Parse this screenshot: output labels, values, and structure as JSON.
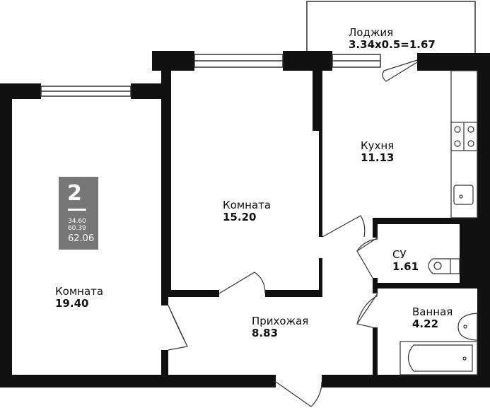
{
  "plan": {
    "badge": {
      "rooms": "2",
      "living_area": "34.60",
      "usable_area": "60.39",
      "total_area": "62.06"
    },
    "rooms": [
      {
        "name": "Лоджия",
        "area": "3.34x0.5=1.67"
      },
      {
        "name": "Кухня",
        "area": "11.13"
      },
      {
        "name": "Комната",
        "area": "15.20"
      },
      {
        "name": "Комната",
        "area": "19.40"
      },
      {
        "name": "СУ",
        "area": "1.61"
      },
      {
        "name": "Ванная",
        "area": "4.22"
      },
      {
        "name": "Прихожая",
        "area": "8.83"
      }
    ]
  }
}
